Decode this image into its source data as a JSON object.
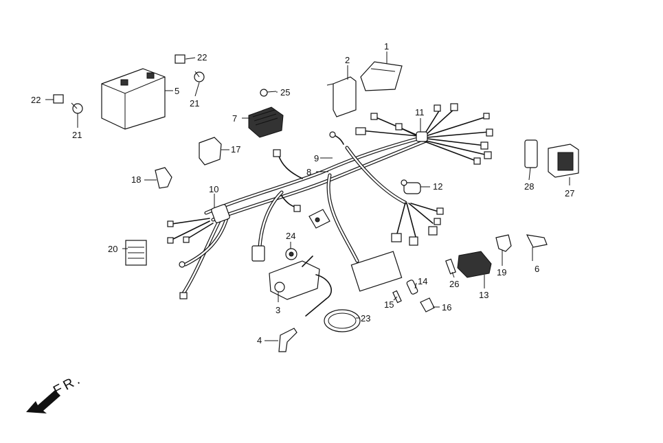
{
  "diagram": {
    "direction_label": "FR.",
    "callouts": [
      {
        "id": "c1",
        "text": "1"
      },
      {
        "id": "c2",
        "text": "2"
      },
      {
        "id": "c3",
        "text": "3"
      },
      {
        "id": "c4",
        "text": "4"
      },
      {
        "id": "c5",
        "text": "5"
      },
      {
        "id": "c6",
        "text": "6"
      },
      {
        "id": "c7",
        "text": "7"
      },
      {
        "id": "c8",
        "text": "8"
      },
      {
        "id": "c9",
        "text": "9"
      },
      {
        "id": "c10",
        "text": "10"
      },
      {
        "id": "c11",
        "text": "11"
      },
      {
        "id": "c12",
        "text": "12"
      },
      {
        "id": "c13",
        "text": "13"
      },
      {
        "id": "c14",
        "text": "14"
      },
      {
        "id": "c15",
        "text": "15"
      },
      {
        "id": "c16",
        "text": "16"
      },
      {
        "id": "c17",
        "text": "17"
      },
      {
        "id": "c18",
        "text": "18"
      },
      {
        "id": "c19",
        "text": "19"
      },
      {
        "id": "c20",
        "text": "20"
      },
      {
        "id": "c21a",
        "text": "21"
      },
      {
        "id": "c21b",
        "text": "21"
      },
      {
        "id": "c22a",
        "text": "22"
      },
      {
        "id": "c22b",
        "text": "22"
      },
      {
        "id": "c23",
        "text": "23"
      },
      {
        "id": "c24",
        "text": "24"
      },
      {
        "id": "c25",
        "text": "25"
      },
      {
        "id": "c26",
        "text": "26"
      },
      {
        "id": "c27",
        "text": "27"
      },
      {
        "id": "c28",
        "text": "28"
      }
    ]
  }
}
